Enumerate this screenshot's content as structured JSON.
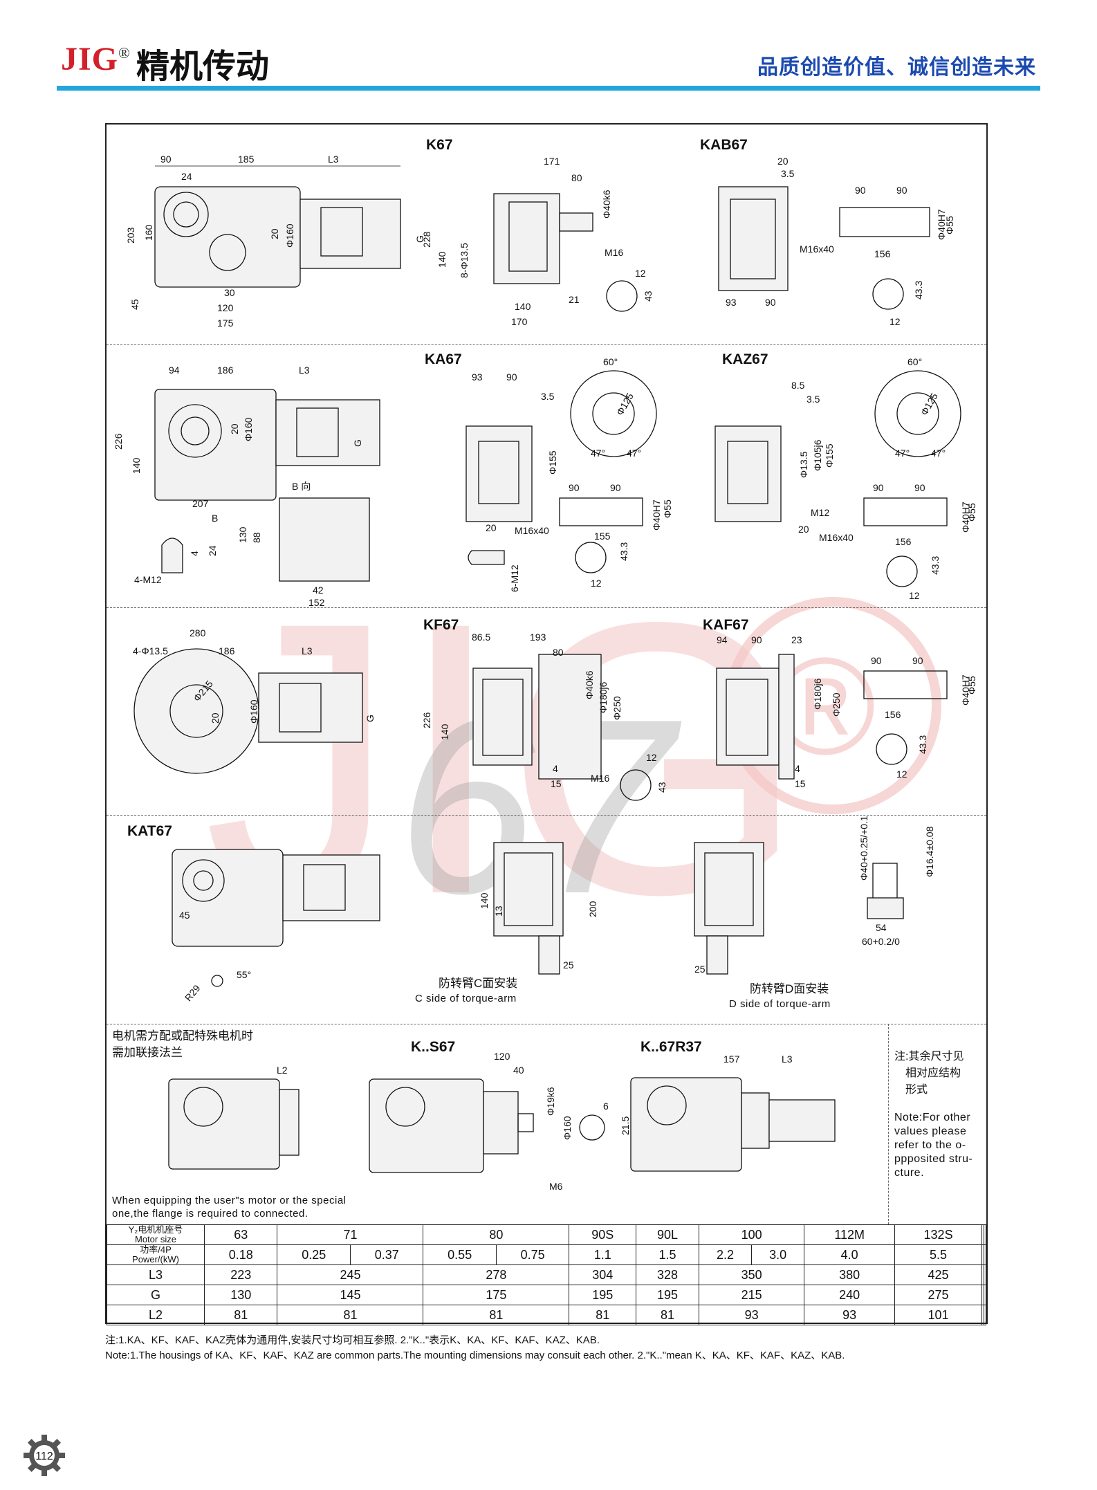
{
  "header": {
    "logo": "JIG",
    "reg_mark": "®",
    "brand": "精机传动",
    "slogan": "品质创造价值、诚信创造未来"
  },
  "watermark": {
    "text": "JIG",
    "reg": "®",
    "number": "67"
  },
  "sections": {
    "row1": {
      "left_dims": [
        "90",
        "185",
        "L3",
        "24",
        "203",
        "160",
        "20",
        "Φ160",
        "G",
        "45",
        "30",
        "120",
        "175"
      ],
      "k67": {
        "label": "K67",
        "dims": [
          "171",
          "80",
          "Φ40k6",
          "228",
          "140",
          "8-Φ13.5",
          "M16",
          "12",
          "43",
          "140",
          "21",
          "170"
        ]
      },
      "kab67": {
        "label": "KAB67",
        "dims": [
          "20",
          "3.5",
          "90",
          "90",
          "Φ40H7",
          "Φ55",
          "M16x40",
          "156",
          "93",
          "90",
          "43.3",
          "12"
        ]
      }
    },
    "row2": {
      "left_dims": [
        "94",
        "186",
        "L3",
        "226",
        "140",
        "20",
        "Φ160",
        "G",
        "207",
        "B",
        "B 向",
        "4-M12",
        "4",
        "24",
        "130",
        "88",
        "42",
        "152"
      ],
      "ka67": {
        "label": "KA67",
        "dims": [
          "93",
          "90",
          "3.5",
          "Φ155",
          "60°",
          "Φ125",
          "47°",
          "47°",
          "90",
          "90",
          "Φ40H7",
          "Φ55",
          "M16x40",
          "155",
          "20",
          "6-M12",
          "43.3",
          "12"
        ]
      },
      "kaz67": {
        "label": "KAZ67",
        "dims": [
          "8.5",
          "3.5",
          "Φ13.5",
          "Φ105j6",
          "Φ155",
          "M12",
          "20",
          "60°",
          "Φ125",
          "47°",
          "47°",
          "90",
          "90",
          "Φ40H7",
          "Φ55",
          "M16x40",
          "156",
          "43.3",
          "12"
        ]
      }
    },
    "row3": {
      "left_dims": [
        "280",
        "4-Φ13.5",
        "186",
        "L3",
        "Φ215",
        "20",
        "Φ160",
        "G"
      ],
      "kf67": {
        "label": "KF67",
        "dims": [
          "86.5",
          "193",
          "80",
          "Φ40k6",
          "Φ180j6",
          "Φ250",
          "226",
          "140",
          "4",
          "15",
          "M16",
          "12",
          "43"
        ]
      },
      "kaf67": {
        "label": "KAF67",
        "dims": [
          "94",
          "90",
          "23",
          "Φ180j6",
          "Φ250",
          "4",
          "15",
          "90",
          "90",
          "Φ40H7",
          "Φ55",
          "156",
          "43.3",
          "12"
        ]
      }
    },
    "row4": {
      "kat67": {
        "label": "KAT67",
        "dims": [
          "45",
          "55°",
          "R29"
        ]
      },
      "side_c": {
        "cn": "防转臂C面安装",
        "en": "C side of torque-arm",
        "dims": [
          "140",
          "13",
          "200",
          "25"
        ]
      },
      "side_d": {
        "cn": "防转臂D面安装",
        "en": "D side of torque-arm",
        "dims": [
          "25"
        ]
      },
      "sleeve": {
        "dims": [
          "Φ40+0.25/+0.1",
          "Φ16.4±0.08",
          "54",
          "60+0.2/0"
        ]
      }
    },
    "row5": {
      "note_cn": [
        "电机需方配或配特殊电机时",
        "需加联接法兰"
      ],
      "note_en": [
        "When equipping the user\"s motor or the special",
        "one,the flange is required to connected."
      ],
      "l2_label": "L2",
      "ks67": {
        "label": "K..S67",
        "dims": [
          "120",
          "40",
          "Φ19k6",
          "Φ160",
          "M6",
          "6",
          "21.5"
        ]
      },
      "k67r37": {
        "label": "K..67R37",
        "dims": [
          "157",
          "L3"
        ]
      },
      "side_note_cn": [
        "注:其余尺寸见",
        "相对应结构",
        "形式"
      ],
      "side_note_en": [
        "Note:For other",
        "values please",
        "refer to the o-",
        "ppposited stru-",
        "cture."
      ]
    }
  },
  "table": {
    "row_headers": {
      "motor": [
        "Y₂电机机座号",
        "Motor size"
      ],
      "power": [
        "功率/4P",
        "Power/(kW)"
      ],
      "l3": "L3",
      "g": "G",
      "l2": "L2"
    },
    "motor_sizes": [
      "63",
      "71",
      "80",
      "90S",
      "90L",
      "100",
      "112M",
      "132S",
      "",
      ""
    ],
    "power": [
      "0.18",
      "0.25",
      "0.37",
      "0.55",
      "0.75",
      "1.1",
      "1.5",
      "2.2",
      "3.0",
      "4.0",
      "5.5",
      "",
      ""
    ],
    "l3": [
      "223",
      "245",
      "278",
      "304",
      "328",
      "350",
      "380",
      "425",
      "",
      ""
    ],
    "g": [
      "130",
      "145",
      "175",
      "195",
      "195",
      "215",
      "240",
      "275",
      "",
      ""
    ],
    "l2": [
      "81",
      "81",
      "81",
      "81",
      "81",
      "93",
      "93",
      "101",
      "",
      ""
    ]
  },
  "footnotes": {
    "cn": "注:1.KA、KF、KAF、KAZ壳体为通用件,安装尺寸均可相互参照.    2.\"K..\"表示K、KA、KF、KAF、KAZ、KAB.",
    "en": "Note:1.The housings of KA、KF、KAF、KAZ are common parts.The mounting dimensions may consuit each other. 2.\"K..\"mean K、KA、KF、KAF、KAZ、KAB."
  },
  "page_number": "112",
  "colors": {
    "logo_red": "#d4202a",
    "slogan_blue": "#1a49b0",
    "rule_cyan": "#25a5dd",
    "watermark": "#f4c5c5"
  }
}
